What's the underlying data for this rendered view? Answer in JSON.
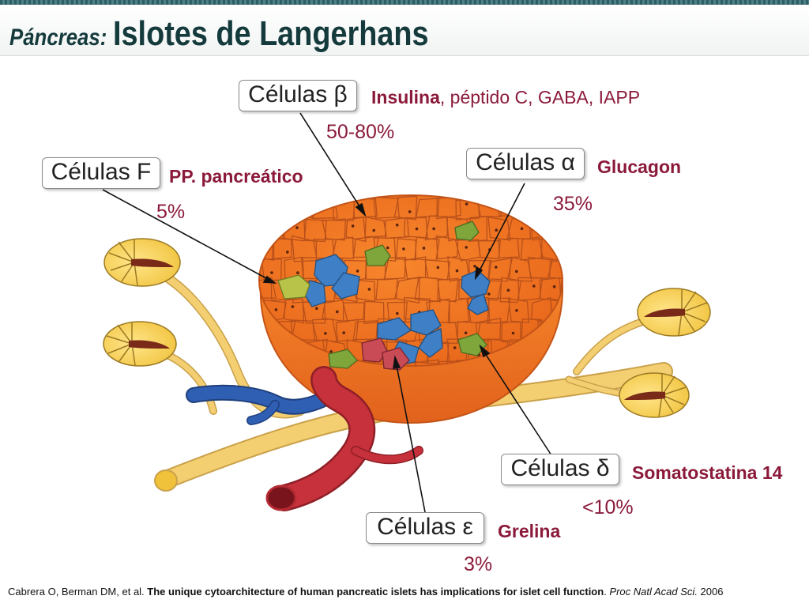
{
  "title": {
    "prefix": "Páncreas:",
    "main": "Islotes de Langerhans"
  },
  "cells": {
    "beta": {
      "label": "Células β",
      "hormone_main": "Insulina",
      "hormone_rest": ", péptido C, GABA, IAPP",
      "percent": "50-80%"
    },
    "alpha": {
      "label": "Células α",
      "hormone": "Glucagon",
      "percent": "35%"
    },
    "f": {
      "label": "Células F",
      "hormone": "PP. pancreático",
      "percent": "5%"
    },
    "delta": {
      "label": "Células δ",
      "hormone": "Somatostatina 14",
      "percent": "<10%"
    },
    "epsilon": {
      "label": "Células ε",
      "hormone": "Grelina",
      "percent": "3%"
    }
  },
  "citation": {
    "authors": "Cabrera O, Berman DM, et al. ",
    "article": "The unique cytoarchitecture of human pancreatic islets has implications for islet cell function",
    "sep": ". ",
    "journal": "Proc Natl Acad Sci.",
    "year": " 2006"
  },
  "colors": {
    "islet": "#f2731f",
    "alpha_cell": "#3e7fc6",
    "f_cell": "#b8c34a",
    "delta_cell": "#7fa63a",
    "epsilon_cell": "#c94b55",
    "nerve": "#f4cf72",
    "artery": "#c7313b",
    "vein": "#2f5fb3",
    "label_text": "#8b1a3a"
  }
}
